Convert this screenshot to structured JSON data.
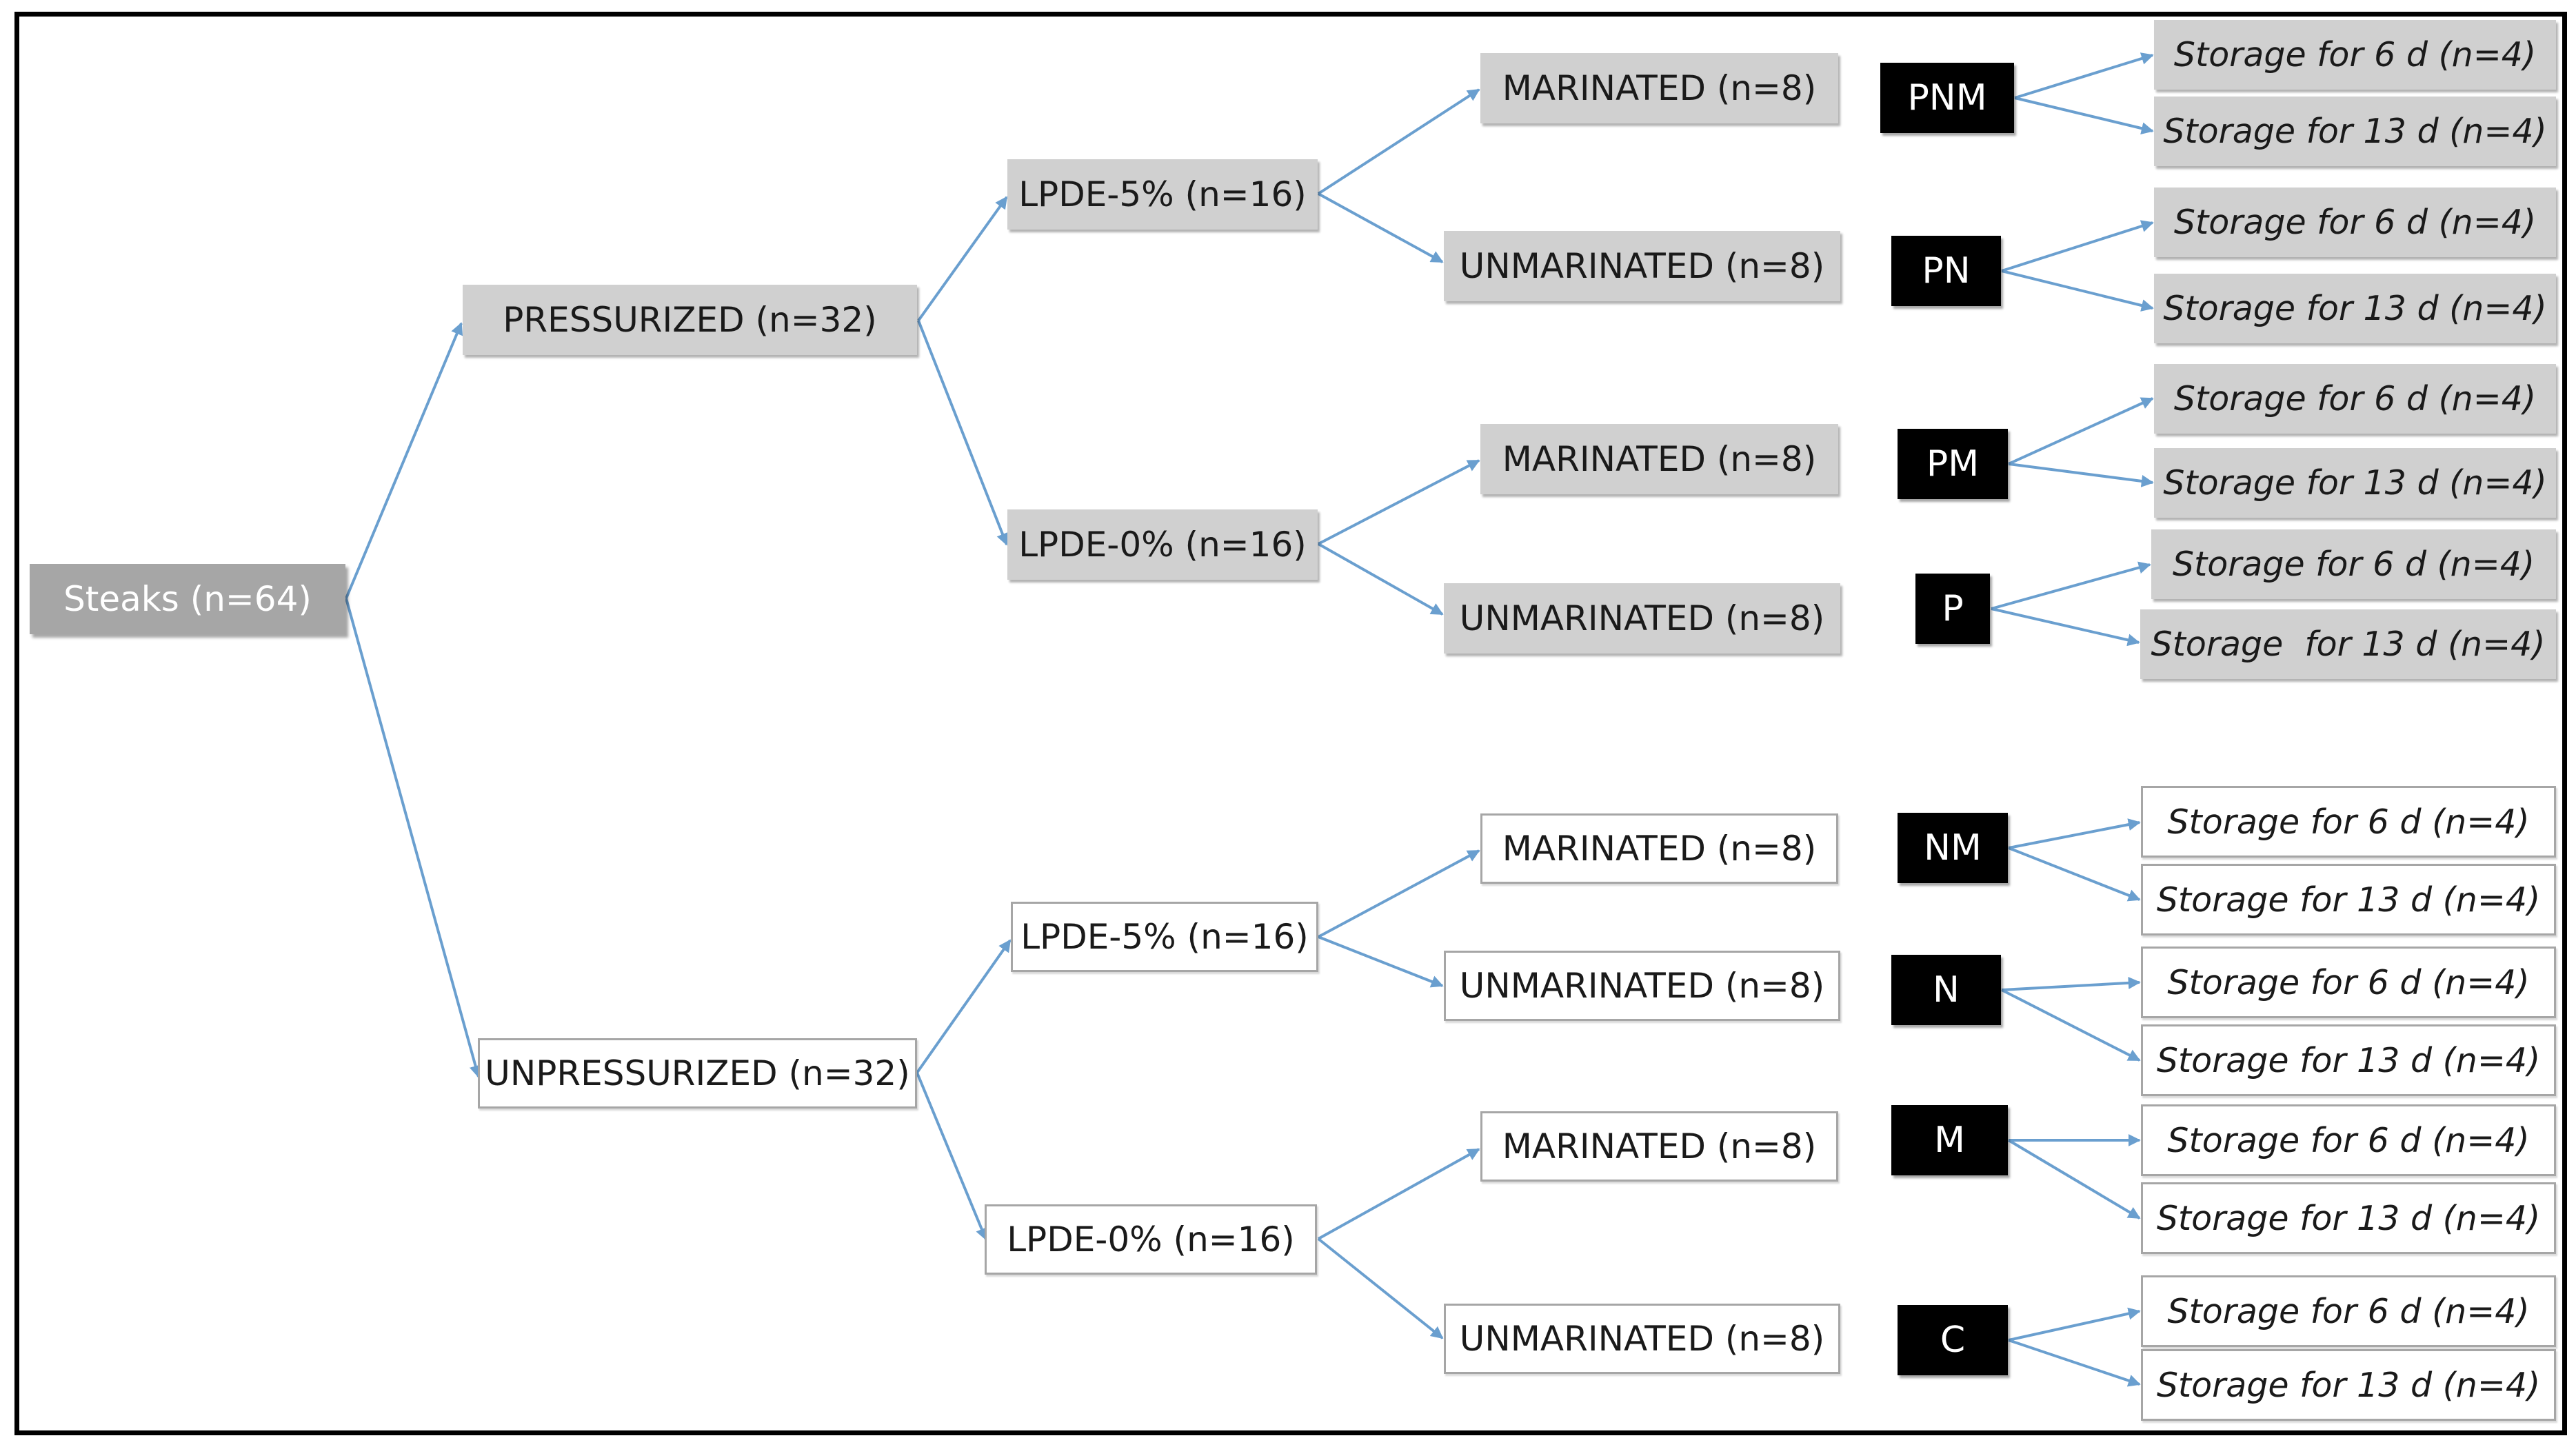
{
  "root": {
    "label": "Steaks (n=64)"
  },
  "pressure": {
    "pressurized": "PRESSURIZED (n=32)",
    "unpressurized": "UNPRESSURIZED (n=32)"
  },
  "packaging": {
    "lpde5": "LPDE-5% (n=16)",
    "lpde0": "LPDE-0% (n=16)"
  },
  "marination": {
    "marinated": "MARINATED (n=8)",
    "unmarinated": "UNMARINATED (n=8)"
  },
  "groups": [
    "PNM",
    "PN",
    "PM",
    "P",
    "NM",
    "N",
    "M",
    "C"
  ],
  "storage": {
    "d6": "Storage for 6 d (n=4)",
    "d13": "Storage for 13 d (n=4)",
    "d13_spaced": "Storage  for 13 d (n=4)"
  },
  "colors": {
    "connector": "#6a9fcf",
    "treated_box": "#d0d0d0",
    "root_box": "#a6a6a6",
    "group_label": "#000000"
  }
}
